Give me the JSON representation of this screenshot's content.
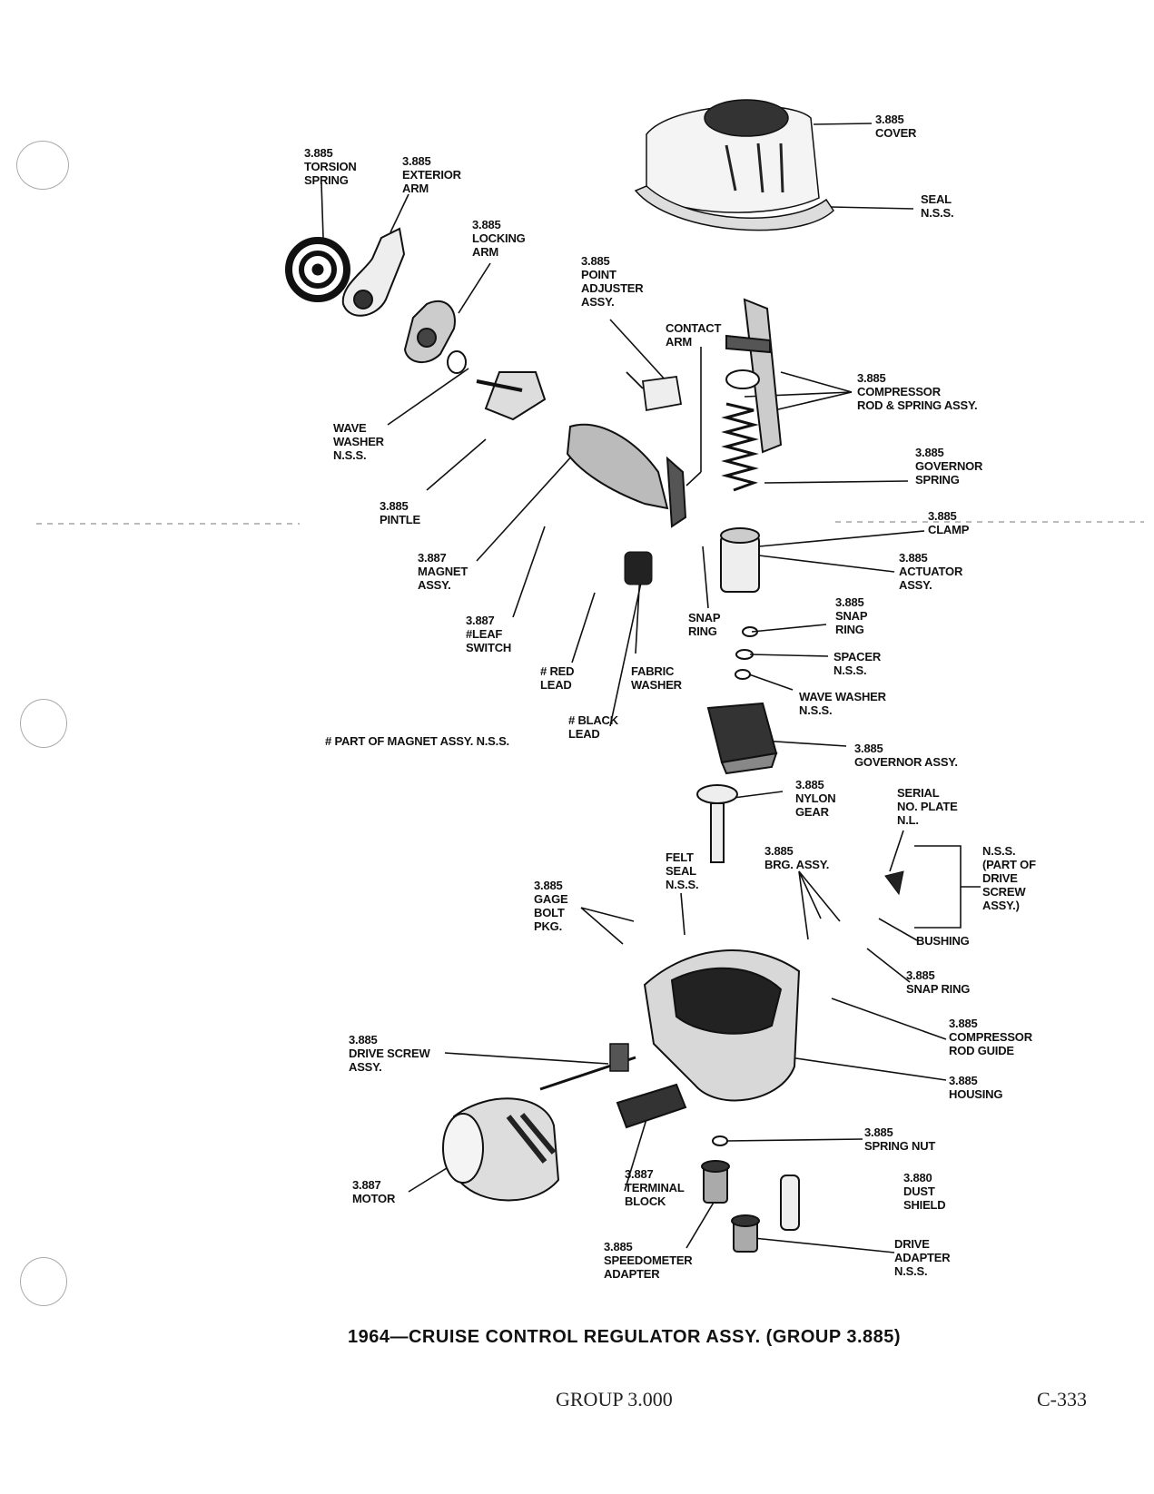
{
  "labels": {
    "cover": {
      "num": "3.885",
      "name": "COVER"
    },
    "seal": {
      "name": "SEAL\nN.S.S."
    },
    "torsion_spring": {
      "num": "3.885",
      "name": "TORSION\nSPRING"
    },
    "exterior_arm": {
      "num": "3.885",
      "name": "EXTERIOR\nARM"
    },
    "locking_arm": {
      "num": "3.885",
      "name": "LOCKING\nARM"
    },
    "point_adjuster": {
      "num": "3.885",
      "name": "POINT\nADJUSTER\nASSY."
    },
    "contact_arm": {
      "name": "CONTACT\nARM"
    },
    "compressor_rod": {
      "num": "3.885",
      "name": "COMPRESSOR\nROD & SPRING ASSY."
    },
    "governor_spring": {
      "num": "3.885",
      "name": "GOVERNOR\nSPRING"
    },
    "wave_washer_top": {
      "name": "WAVE\nWASHER\nN.S.S."
    },
    "pintle": {
      "num": "3.885",
      "name": "PINTLE"
    },
    "clamp": {
      "num": "3.885",
      "name": "CLAMP"
    },
    "magnet_assy": {
      "num": "3.887",
      "name": "MAGNET\nASSY."
    },
    "actuator_assy": {
      "num": "3.885",
      "name": "ACTUATOR\nASSY."
    },
    "leaf_switch": {
      "num": "3.887",
      "name": "#LEAF\nSWITCH"
    },
    "snap_ring_left": {
      "name": "SNAP\nRING"
    },
    "snap_ring_right": {
      "num": "3.885",
      "name": "SNAP\nRING"
    },
    "red_lead": {
      "name": "# RED\nLEAD"
    },
    "fabric_washer": {
      "name": "FABRIC\nWASHER"
    },
    "spacer": {
      "name": "SPACER\nN.S.S."
    },
    "wave_washer_mid": {
      "name": "WAVE WASHER\nN.S.S."
    },
    "black_lead": {
      "name": "# BLACK\nLEAD"
    },
    "magnet_note": {
      "name": "# PART OF MAGNET ASSY. N.S.S."
    },
    "governor_assy": {
      "num": "3.885",
      "name": "GOVERNOR ASSY."
    },
    "nylon_gear": {
      "num": "3.885",
      "name": "NYLON\nGEAR"
    },
    "serial_plate": {
      "name": "SERIAL\nNO. PLATE\nN.L."
    },
    "felt_seal": {
      "name": "FELT\nSEAL\nN.S.S."
    },
    "brg_assy": {
      "num": "3.885",
      "name": "BRG. ASSY."
    },
    "drive_screw_note": {
      "name": "N.S.S.\n(PART OF\nDRIVE\nSCREW\nASSY.)"
    },
    "gage_bolt": {
      "num": "3.885",
      "name": "GAGE\nBOLT\nPKG."
    },
    "bushing": {
      "name": "BUSHING"
    },
    "snap_ring_lower": {
      "num": "3.885",
      "name": "SNAP RING"
    },
    "compressor_rod_guide": {
      "num": "3.885",
      "name": "COMPRESSOR\nROD GUIDE"
    },
    "drive_screw": {
      "num": "3.885",
      "name": "DRIVE SCREW\nASSY."
    },
    "housing": {
      "num": "3.885",
      "name": "HOUSING"
    },
    "spring_nut": {
      "num": "3.885",
      "name": "SPRING NUT"
    },
    "motor": {
      "num": "3.887",
      "name": "MOTOR"
    },
    "terminal_block": {
      "num": "3.887",
      "name": "TERMINAL\nBLOCK"
    },
    "dust_shield": {
      "num": "3.880",
      "name": "DUST\nSHIELD"
    },
    "speedometer_adapter": {
      "num": "3.885",
      "name": "SPEEDOMETER\nADAPTER"
    },
    "drive_adapter": {
      "name": "DRIVE\nADAPTER\nN.S.S."
    }
  },
  "caption": "1964—CRUISE CONTROL REGULATOR ASSY. (GROUP 3.885)",
  "footer": {
    "group": "GROUP 3.000",
    "page": "C-333"
  }
}
